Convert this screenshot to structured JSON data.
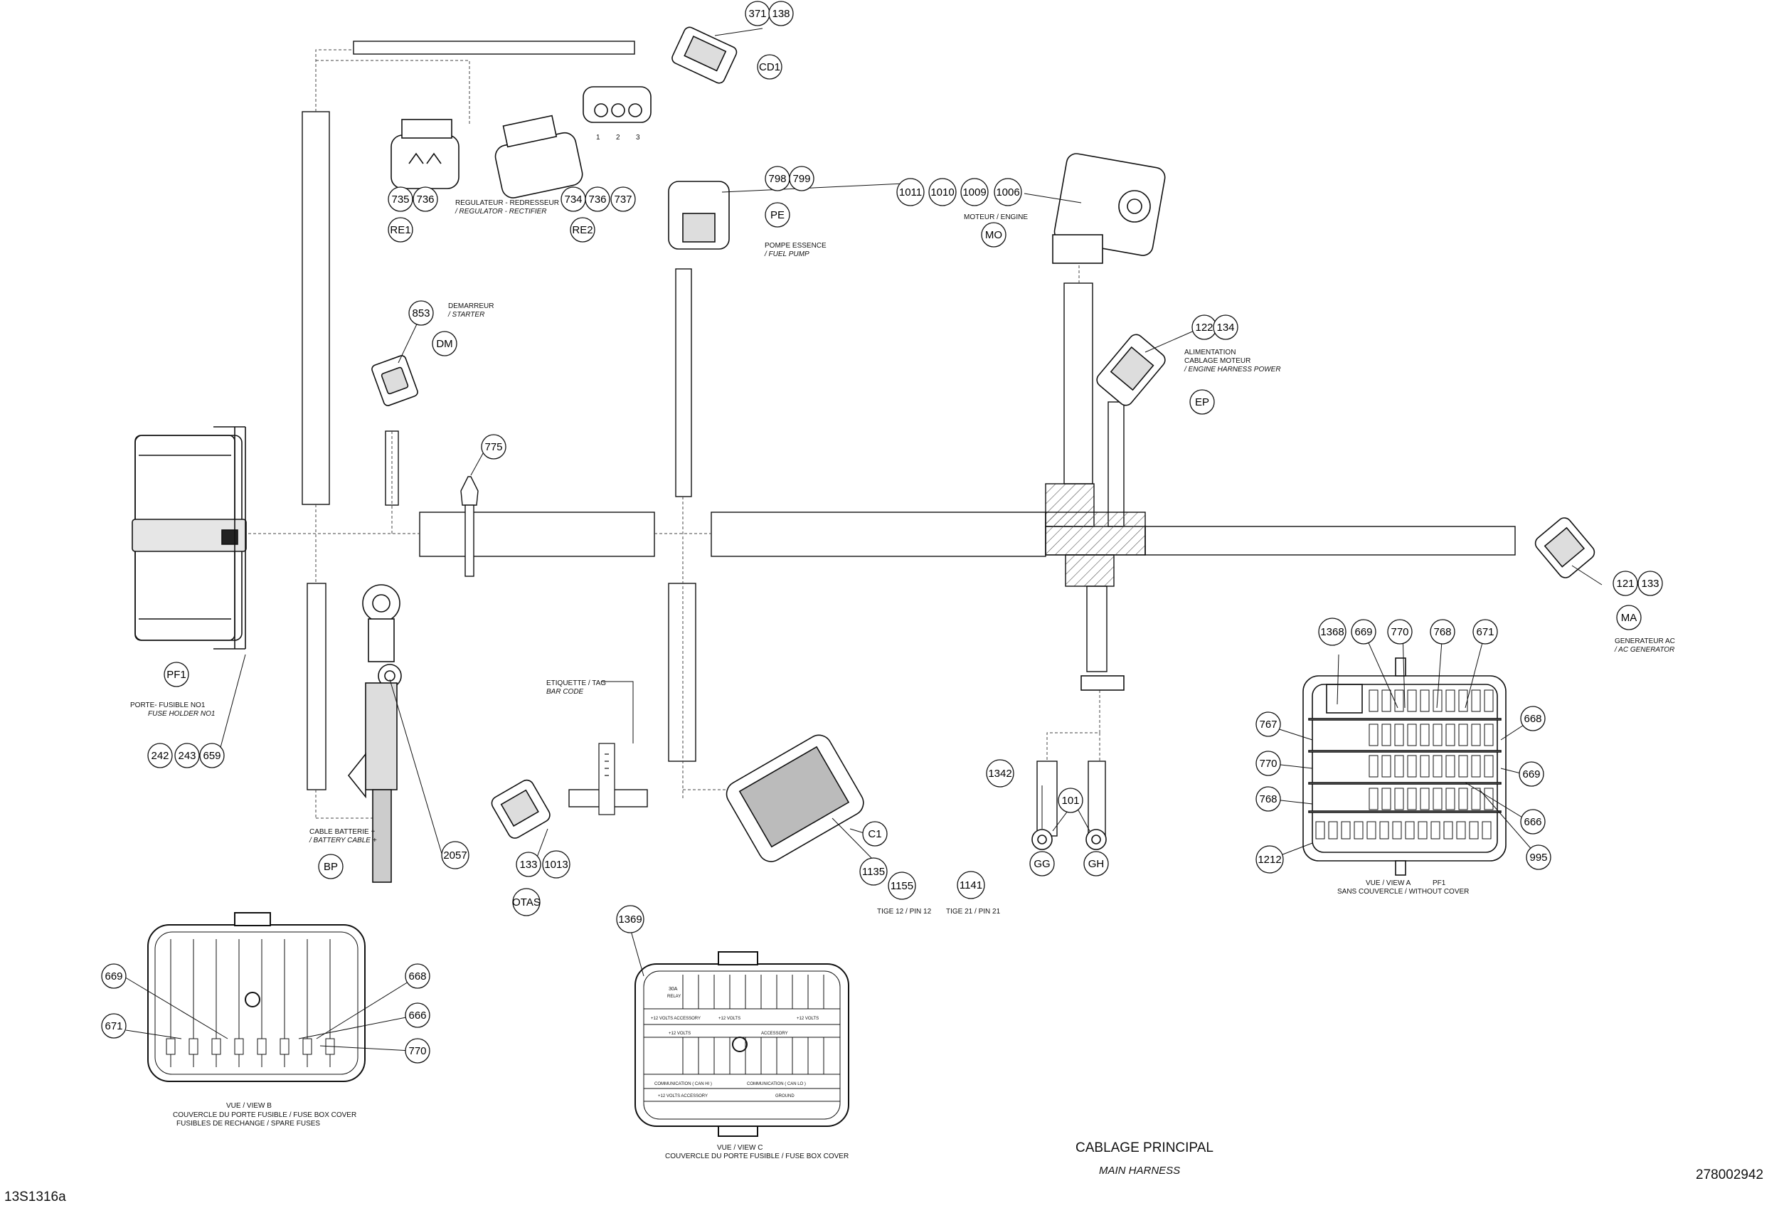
{
  "title": {
    "fr": "CABLAGE PRINCIPAL",
    "en": "MAIN HARNESS"
  },
  "doc_number": "278002942",
  "image_id": "13S1316a",
  "callouts": {
    "c371": "371",
    "c138": "138",
    "cd1": "CD1",
    "c735": "735",
    "c736a": "736",
    "re1": "RE1",
    "c734": "734",
    "c736b": "736",
    "c737": "737",
    "re2": "RE2",
    "c798": "798",
    "c799": "799",
    "pe": "PE",
    "c1011": "1011",
    "c1010": "1010",
    "c1009": "1009",
    "c1006": "1006",
    "mo": "MO",
    "c853": "853",
    "dm": "DM",
    "c122": "122",
    "c134": "134",
    "ep": "EP",
    "c775": "775",
    "c121": "121",
    "c133a": "133",
    "ma": "MA",
    "pf1": "PF1",
    "c242": "242",
    "c243": "243",
    "c659": "659",
    "c2057": "2057",
    "bp": "BP",
    "c133b": "133",
    "c1013": "1013",
    "otas": "OTAS",
    "c1": "C1",
    "c1135": "1135",
    "c1155": "1155",
    "c1141": "1141",
    "c1342": "1342",
    "c101": "101",
    "gg": "GG",
    "gh": "GH",
    "a1368": "1368",
    "a669": "669",
    "a770": "770",
    "a768": "768",
    "a671": "671",
    "a767": "767",
    "a668": "668",
    "a770b": "770",
    "a669b": "669",
    "a768b": "768",
    "a666": "666",
    "a1212": "1212",
    "a995": "995",
    "b669": "669",
    "b668": "668",
    "b671": "671",
    "b666": "666",
    "b770": "770",
    "c1369": "1369"
  },
  "labels": {
    "pin_numbers": [
      "1",
      "2",
      "3"
    ],
    "regulator_fr": "REGULATEUR -  REDRESSEUR",
    "regulator_en": "/ REGULATOR -  RECTIFIER",
    "engine": "MOTEUR / ENGINE",
    "fuel_pump_fr": "POMPE ESSENCE",
    "fuel_pump_en": "/ FUEL PUMP",
    "starter_fr": "DEMARREUR",
    "starter_en": "/ STARTER",
    "engine_power_1": "ALIMENTATION",
    "engine_power_2": "CABLAGE MOTEUR",
    "engine_power_3": "/ ENGINE HARNESS POWER",
    "generator_fr": "GENERATEUR AC",
    "generator_en": "/ AC GENERATOR",
    "fuse_holder_fr": "PORTE-  FUSIBLE NO1",
    "fuse_holder_en": "FUSE HOLDER NO1",
    "battery_fr": "CABLE BATTERIE +",
    "battery_en": "/ BATTERY CABLE +",
    "tag_fr": "ETIQUETTE / TAG",
    "tag_en": "BAR CODE",
    "pin12": "TIGE 12 / PIN 12",
    "pin21": "TIGE 21 / PIN 21",
    "view_a": "VUE / VIEW A",
    "view_a_pf1": "PF1",
    "view_a_sub": "SANS COUVERCLE / WITHOUT COVER",
    "view_b": "VUE / VIEW B",
    "view_b_sub1": "COUVERCLE DU PORTE FUSIBLE / FUSE BOX COVER",
    "view_b_sub2": "FUSIBLES DE RECHANGE / SPARE FUSES",
    "view_c": "VUE / VIEW C",
    "view_c_sub": "COUVERCLE DU PORTE FUSIBLE / FUSE BOX COVER",
    "fuse_30a": "30A",
    "fuse_relay": "RELAY",
    "plus12_acc": "+12 VOLTS ACCESSORY",
    "plus12": "+12 VOLTS",
    "plus12_b": "+12 VOLTS",
    "plus12_volts": "+12          VOLTS",
    "accessory": "ACCESSORY",
    "comm_hi": "COMMUNICATION  ( CAN HI )",
    "comm_lo": "COMMUNICATION  ( CAN LO )",
    "plus12_acc2": "+12 VOLTS ACCESSORY",
    "ground": "GROUND"
  },
  "colors": {
    "line": "#111111",
    "hatch": "#555555"
  }
}
